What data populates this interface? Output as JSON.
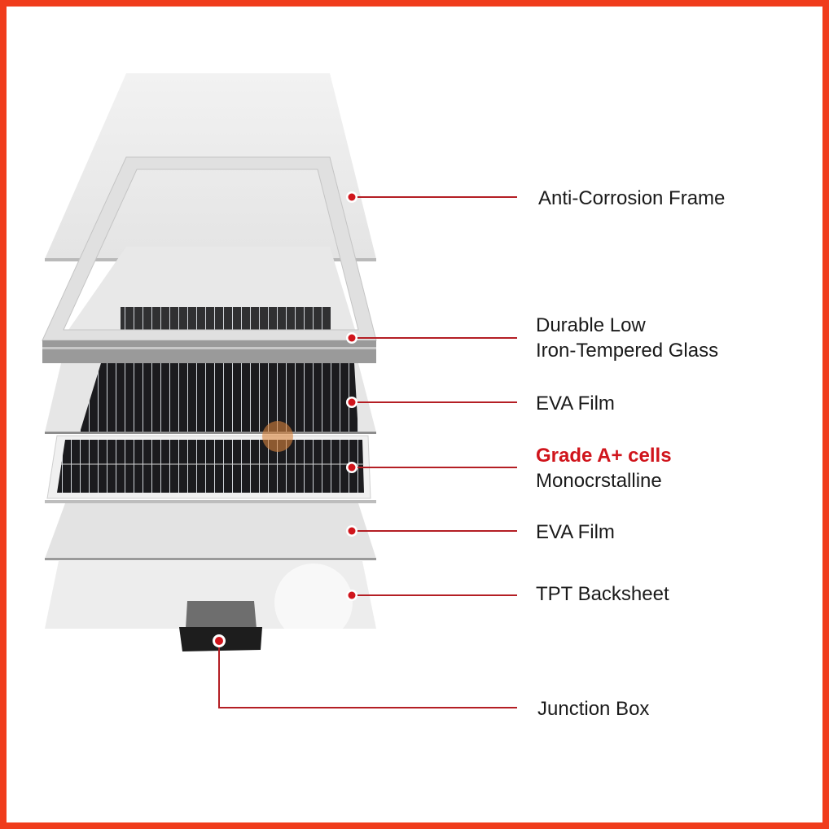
{
  "colors": {
    "border": "#f03c1c",
    "accent": "#d0151c",
    "leader_line": "#b41e24",
    "cell": "#1b1b1e"
  },
  "layers": [
    {
      "id": "frame",
      "lines": [
        "Anti-Corrosion Frame"
      ]
    },
    {
      "id": "glass",
      "lines": [
        "Durable Low",
        "Iron-Tempered Glass"
      ]
    },
    {
      "id": "eva-top",
      "lines": [
        "EVA Film"
      ]
    },
    {
      "id": "cells",
      "highlight": "Grade A+ cells",
      "lines": [
        "Monocrstalline"
      ]
    },
    {
      "id": "eva-bottom",
      "lines": [
        "EVA Film"
      ]
    },
    {
      "id": "backsheet",
      "lines": [
        "TPT Backsheet"
      ]
    },
    {
      "id": "junction-box",
      "lines": [
        "Junction Box"
      ]
    }
  ]
}
